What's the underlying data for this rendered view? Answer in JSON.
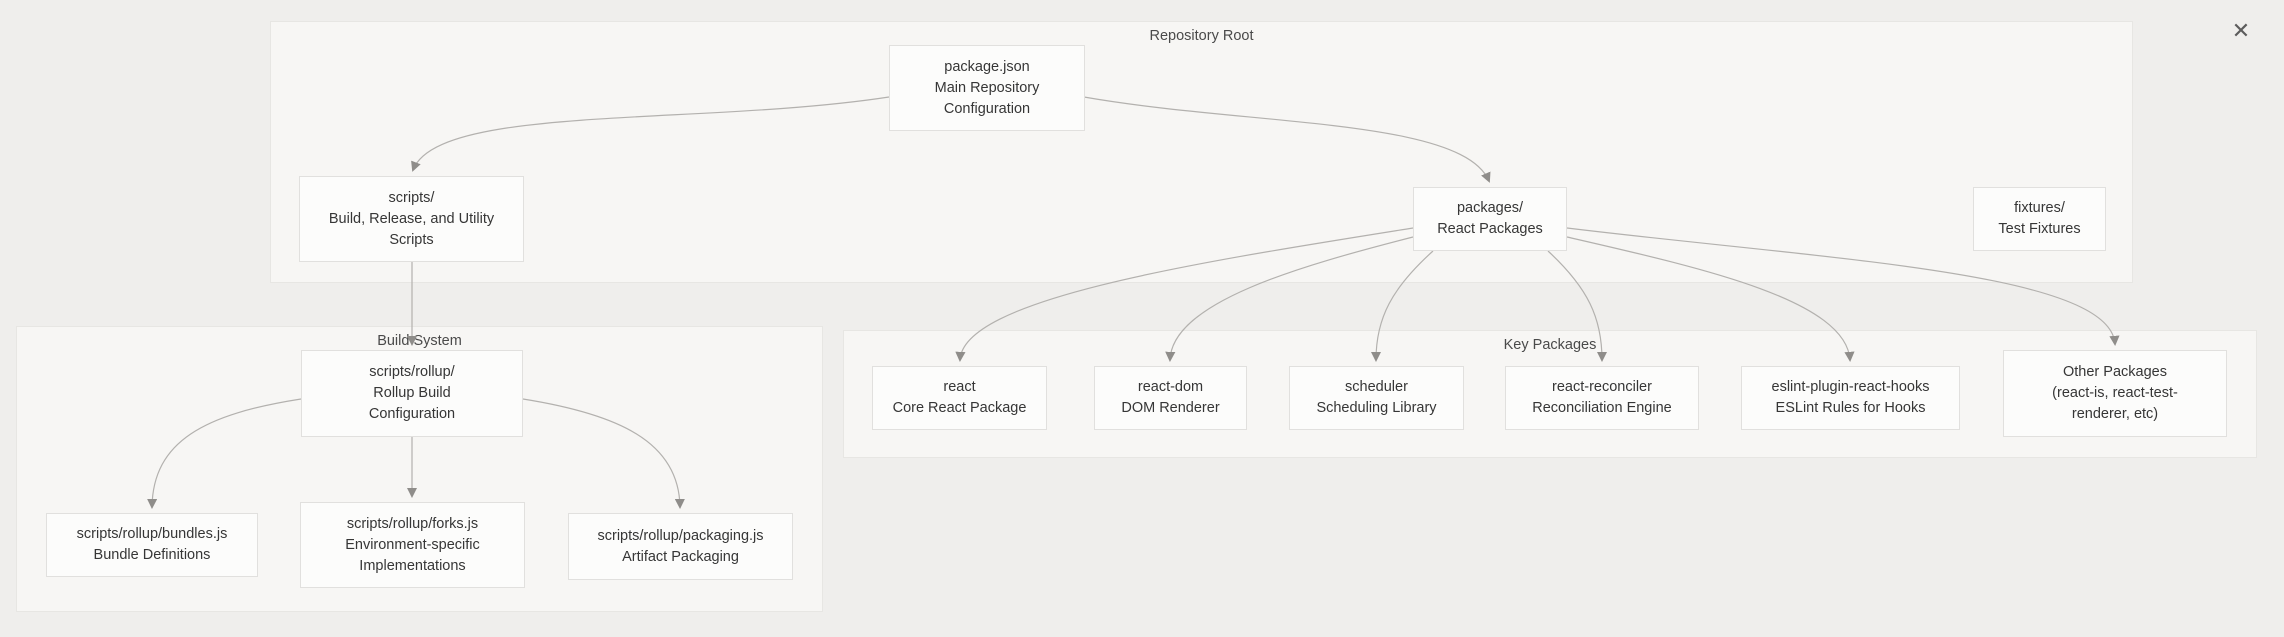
{
  "diagram": {
    "groups": {
      "repo_root": {
        "label": "Repository Root"
      },
      "build_system": {
        "label": "Build System"
      },
      "key_packages": {
        "label": "Key Packages"
      }
    },
    "nodes": {
      "package_json": {
        "label": "package.json\nMain Repository\nConfiguration"
      },
      "scripts": {
        "label": "scripts/\nBuild, Release, and Utility\nScripts"
      },
      "packages": {
        "label": "packages/\nReact Packages"
      },
      "fixtures": {
        "label": "fixtures/\nTest Fixtures"
      },
      "rollup": {
        "label": "scripts/rollup/\nRollup Build\nConfiguration"
      },
      "bundles": {
        "label": "scripts/rollup/bundles.js\nBundle Definitions"
      },
      "forks": {
        "label": "scripts/rollup/forks.js\nEnvironment-specific\nImplementations"
      },
      "packaging": {
        "label": "scripts/rollup/packaging.js\nArtifact Packaging"
      },
      "react": {
        "label": "react\nCore React Package"
      },
      "react_dom": {
        "label": "react-dom\nDOM Renderer"
      },
      "scheduler": {
        "label": "scheduler\nScheduling Library"
      },
      "reconciler": {
        "label": "react-reconciler\nReconciliation Engine"
      },
      "eslint": {
        "label": "eslint-plugin-react-hooks\nESLint Rules for Hooks"
      },
      "other": {
        "label": "Other Packages\n(react-is, react-test-\nrenderer, etc)"
      }
    },
    "close_icon": "✕",
    "colors": {
      "page_bg": "#efeeec",
      "group_bg": "#f7f6f4",
      "group_border": "#e7e6e3",
      "node_bg": "#fcfcfb",
      "node_border": "#e1e0de",
      "edge": "#b3b1ae",
      "arrowhead": "#8f8d8a",
      "text": "#363636",
      "group_label_text": "#4a4a4a"
    }
  }
}
